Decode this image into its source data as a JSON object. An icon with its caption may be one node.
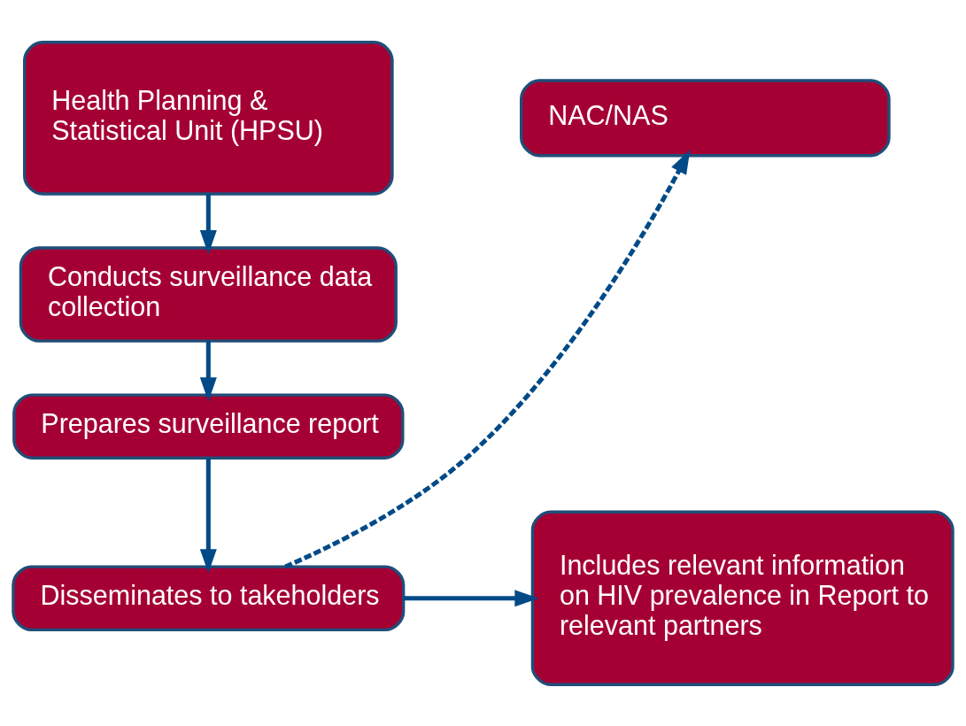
{
  "diagram": {
    "nodes": [
      {
        "text": [
          "Health Planning & Statistical Unit (HPSU)"
        ]
      },
      {
        "text": [
          "Conducts surveillance data collection"
        ]
      },
      {
        "text": [
          "Prepares surveillance report"
        ]
      },
      {
        "text": [
          "Disseminates to takeholders"
        ]
      },
      {
        "text": [
          "NAC/NAS"
        ]
      },
      {
        "text": [
          "Includes relevant information on HIV prevalence in Report to relevant partners"
        ]
      }
    ],
    "edges": [
      {
        "from": 0,
        "to": 1,
        "arrow": "to"
      },
      {
        "from": 1,
        "to": 2,
        "arrow": "to"
      },
      {
        "from": 2,
        "to": 3,
        "arrow": "to"
      },
      {
        "from": 3,
        "to": 4,
        "arrow": "to",
        "style": "dashed"
      },
      {
        "from": 3,
        "to": 5,
        "arrow": "to"
      }
    ]
  }
}
